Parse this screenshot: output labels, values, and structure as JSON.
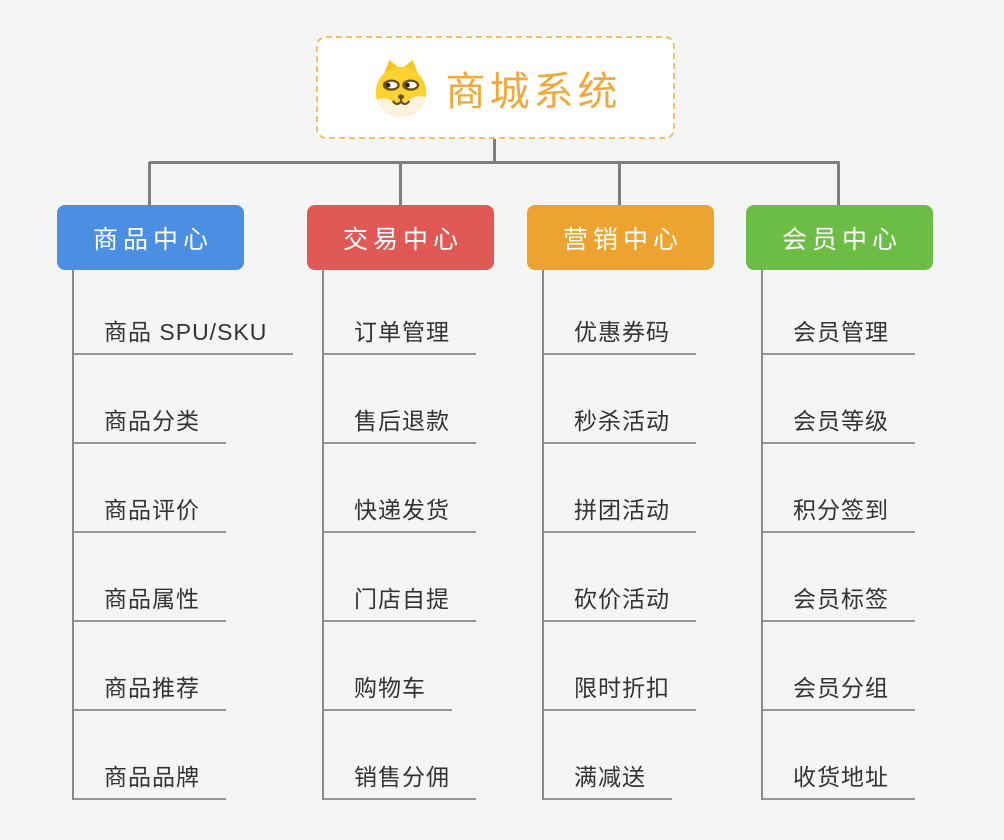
{
  "root": {
    "title": "商城系统",
    "icon": "dog-face-icon"
  },
  "branches": [
    {
      "label": "商品中心",
      "color": "#4A8FE1",
      "children": [
        "商品 SPU/SKU",
        "商品分类",
        "商品评价",
        "商品属性",
        "商品推荐",
        "商品品牌"
      ]
    },
    {
      "label": "交易中心",
      "color": "#E15954",
      "children": [
        "订单管理",
        "售后退款",
        "快递发货",
        "门店自提",
        "购物车",
        "销售分佣"
      ]
    },
    {
      "label": "营销中心",
      "color": "#EDA32F",
      "children": [
        "优惠券码",
        "秒杀活动",
        "拼团活动",
        "砍价活动",
        "限时折扣",
        "满减送"
      ]
    },
    {
      "label": "会员中心",
      "color": "#6CBD45",
      "children": [
        "会员管理",
        "会员等级",
        "积分签到",
        "会员标签",
        "会员分组",
        "收货地址"
      ]
    }
  ],
  "colors": {
    "background": "#F5F5F5",
    "root_border": "#F2C06A",
    "root_title": "#F2A93B",
    "connector": "#7E7E7E",
    "item_underline": "#969696",
    "item_text": "#333333"
  }
}
